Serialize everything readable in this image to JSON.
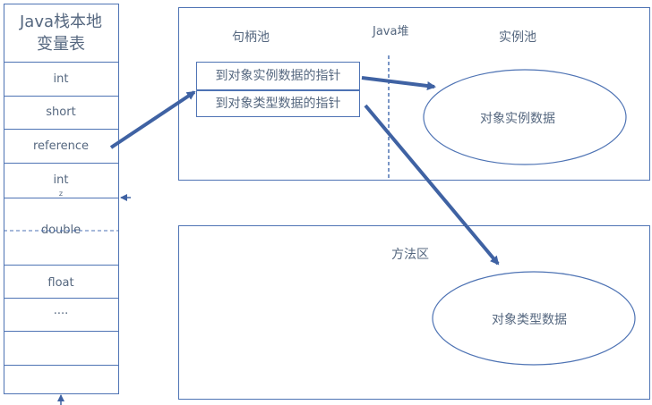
{
  "stack": {
    "title_line1": "Java栈本地",
    "title_line2": "变量表",
    "slots": {
      "int1": "int",
      "short": "short",
      "reference": "reference",
      "int2": "int",
      "double_marker": "z",
      "double": "double",
      "float": "float",
      "ellipsis": "...."
    }
  },
  "heap": {
    "handle_pool_label": "句柄池",
    "heap_label": "Java堆",
    "instance_pool_label": "实例池",
    "pointer_instance": "到对象实例数据的指针",
    "pointer_type": "到对象类型数据的指针",
    "instance_data": "对象实例数据"
  },
  "method_area": {
    "label": "方法区",
    "type_data": "对象类型数据"
  },
  "colors": {
    "border": "#4e73b4",
    "arrow": "#3f62a3",
    "text": "#55677f"
  }
}
